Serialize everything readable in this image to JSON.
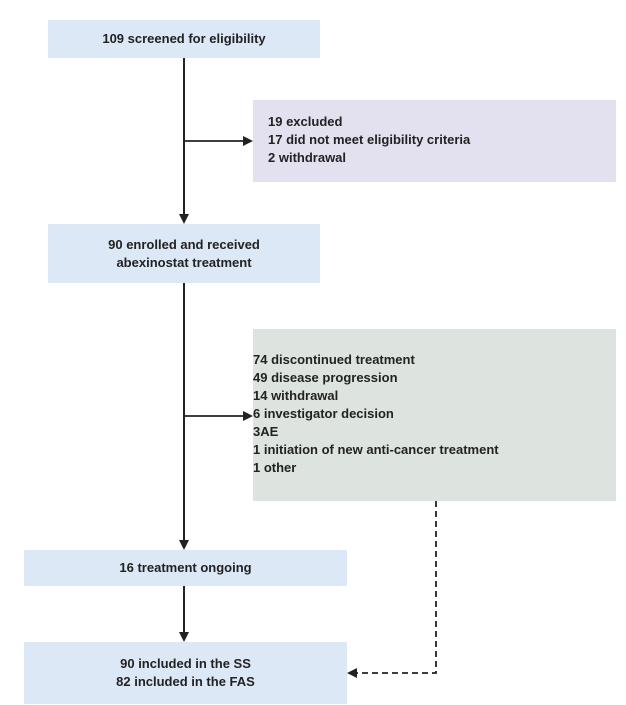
{
  "flowchart": {
    "screened": {
      "label": "109 screened for eligibility"
    },
    "excluded": {
      "lines": [
        "19 excluded",
        "17 did not meet eligibility criteria",
        "2 withdrawal"
      ]
    },
    "enrolled": {
      "lines": [
        "90 enrolled and received",
        "abexinostat treatment"
      ]
    },
    "discontinued": {
      "title": "74 discontinued treatment",
      "reasons": [
        "49 disease progression",
        "14 withdrawal",
        "6 investigator decision",
        "3AE",
        "1 initiation of new anti-cancer treatment",
        "1 other"
      ]
    },
    "ongoing": {
      "label": "16 treatment ongoing"
    },
    "included": {
      "lines": [
        "90 included in the SS",
        "82 included in the FAS"
      ]
    }
  },
  "colors": {
    "screened_box": "#dde8f6",
    "excluded_box": "#e3e0f0",
    "discontinued_box": "#dde4e0",
    "arrow": "#222222"
  }
}
